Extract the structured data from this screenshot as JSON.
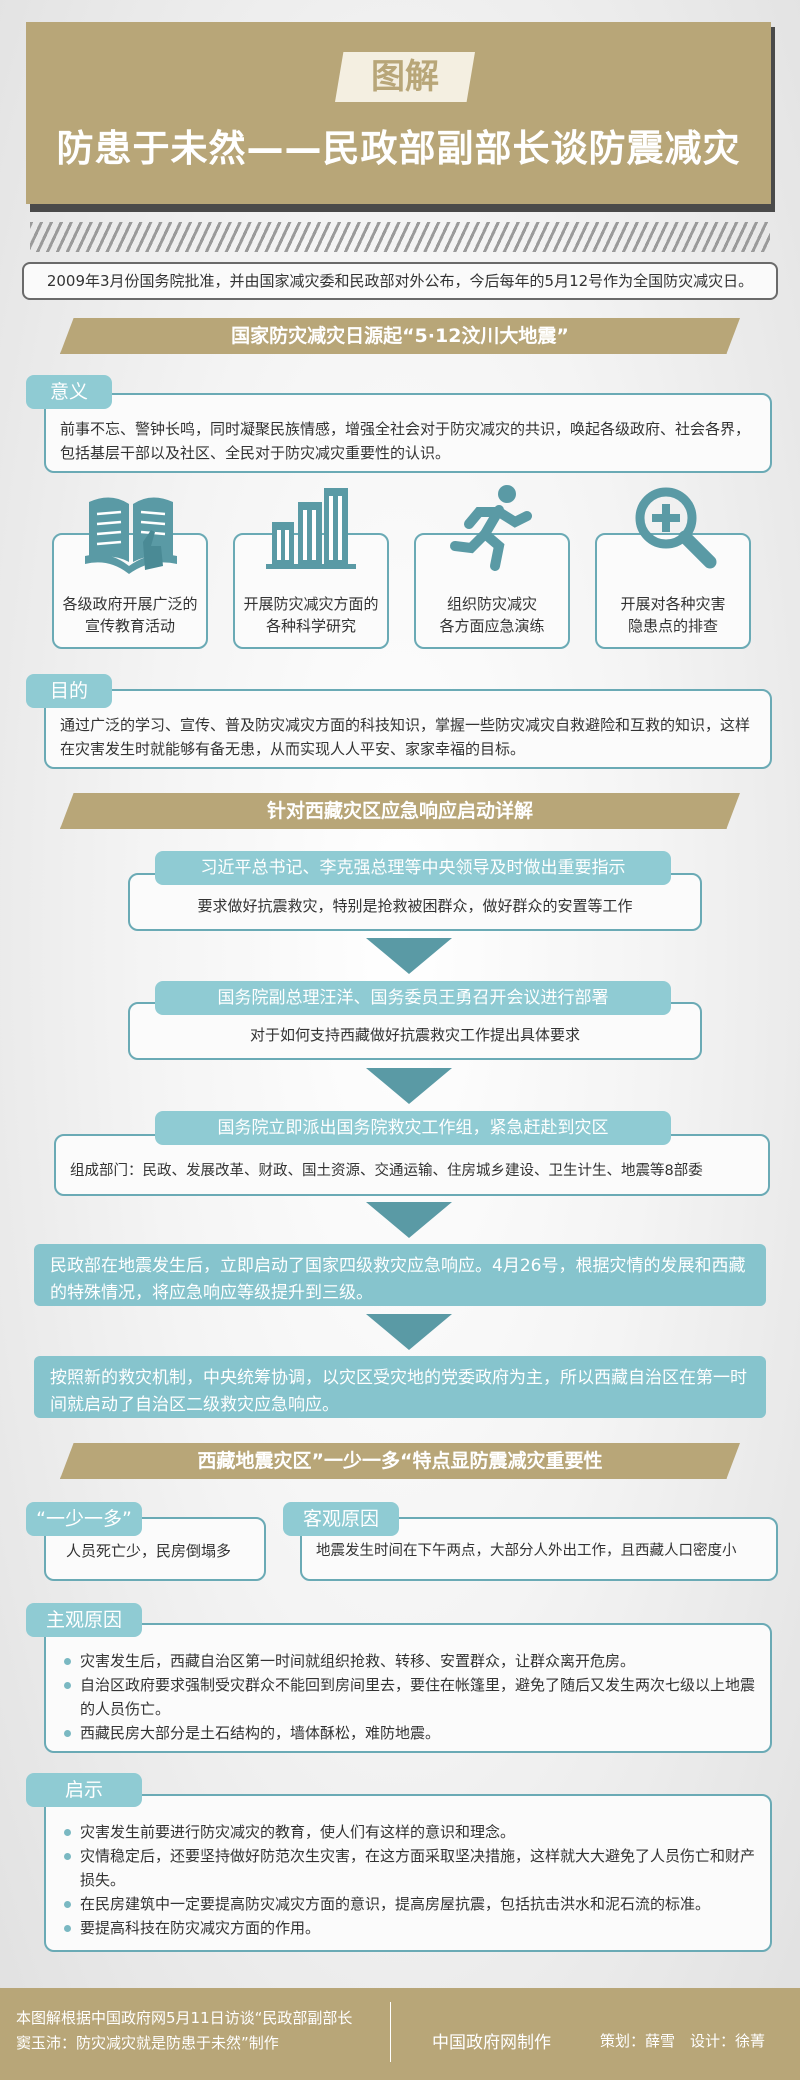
{
  "header": {
    "badge": "图解",
    "title": "防患于未然——民政部副部长谈防震减灾"
  },
  "intro": "2009年3月份国务院批准，并由国家减灾委和民政部对外公布，今后每年的5月12号作为全国防灾减灾日。",
  "section1": {
    "banner": "国家防灾减灾日源起“5·12汶川大地震”",
    "meaning": {
      "tag": "意义",
      "text": "前事不忘、警钟长鸣，同时凝聚民族情感，增强全社会对于防灾减灾的共识，唤起各级政府、社会各界，包括基层干部以及社区、全民对于防灾减灾重要性的认识。"
    },
    "cards": [
      {
        "icon": "book-icon",
        "line1": "各级政府开展广泛的",
        "line2": "宣传教育活动"
      },
      {
        "icon": "buildings-icon",
        "line1": "开展防灾减灾方面的",
        "line2": "各种科学研究"
      },
      {
        "icon": "running-person-icon",
        "line1": "组织防灾减灾",
        "line2": "各方面应急演练"
      },
      {
        "icon": "magnifier-plus-icon",
        "line1": "开展对各种灾害",
        "line2": "隐患点的排查"
      }
    ],
    "purpose": {
      "tag": "目的",
      "text": "通过广泛的学习、宣传、普及防灾减灾方面的科技知识，掌握一些防灾减灾自救避险和互救的知识，这样在灾害发生时就能够有备无患，从而实现人人平安、家家幸福的目标。"
    }
  },
  "section2": {
    "banner": "针对西藏灾区应急响应启动详解",
    "steps": [
      {
        "title": "习近平总书记、李克强总理等中央领导及时做出重要指示",
        "detail": "要求做好抗震救灾，特别是抢救被困群众，做好群众的安置等工作"
      },
      {
        "title": "国务院副总理汪洋、国务委员王勇召开会议进行部署",
        "detail": "对于如何支持西藏做好抗震救灾工作提出具体要求"
      },
      {
        "title": "国务院立即派出国务院救灾工作组，紧急赶赴到灾区",
        "detail": "组成部门：民政、发展改革、财政、国土资源、交通运输、住房城乡建设、卫生计生、地震等8部委"
      }
    ],
    "response1": "民政部在地震发生后，立即启动了国家四级救灾应急响应。4月26号，根据灾情的发展和西藏的特殊情况，将应急响应等级提升到三级。",
    "response2": "按照新的救灾机制，中央统筹协调，以灾区受灾地的党委政府为主，所以西藏自治区在第一时间就启动了自治区二级救灾应急响应。"
  },
  "section3": {
    "banner": "西藏地震灾区”一少一多“特点显防震减灾重要性",
    "yishao": {
      "tag": "“一少一多”",
      "text": "人员死亡少，民房倒塌多"
    },
    "objective": {
      "tag": "客观原因",
      "text": "地震发生时间在下午两点，大部分人外出工作，且西藏人口密度小"
    },
    "subjective": {
      "tag": "主观原因",
      "items": [
        "灾害发生后，西藏自治区第一时间就组织抢救、转移、安置群众，让群众离开危房。",
        "自治区政府要求强制受灾群众不能回到房间里去，要住在帐篷里，避免了随后又发生两次七级以上地震的人员伤亡。",
        "西藏民房大部分是土石结构的，墙体酥松，难防地震。"
      ]
    },
    "lesson": {
      "tag": "启示",
      "items": [
        "灾害发生前要进行防灾减灾的教育，使人们有这样的意识和理念。",
        "灾情稳定后，还要坚持做好防范次生灾害，在这方面采取坚决措施，这样就大大避免了人员伤亡和财产损失。",
        "在民房建筑中一定要提高防灾减灾方面的意识，提高房屋抗震，包括抗击洪水和泥石流的标准。",
        "要提高科技在防灾减灾方面的作用。"
      ]
    }
  },
  "footer": {
    "source_line1": "本图解根据中国政府网5月11日访谈“民政部副部长",
    "source_line2": "窦玉沛：防灾减灾就是防患于未然”制作",
    "maker": "中国政府网制作",
    "credit": "策划：薛雪　设计：徐菁"
  },
  "colors": {
    "gold": "#b8a678",
    "teal": "#8fcbd3",
    "teal_dark": "#5a9aa5"
  }
}
